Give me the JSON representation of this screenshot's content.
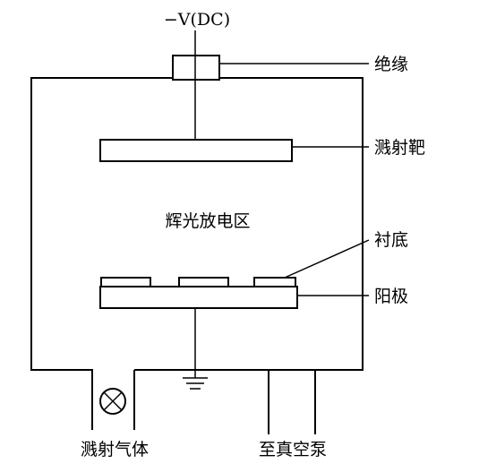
{
  "labels": {
    "power_supply": "−V(DC)",
    "insulator": "绝缘",
    "target": "溅射靶",
    "glow_region": "辉光放电区",
    "substrate": "衬底",
    "anode": "阳极",
    "sputter_gas": "溅射气体",
    "vacuum_pump": "至真空泵"
  },
  "colors": {
    "line": "#000000",
    "background": "#ffffff"
  },
  "icons": {
    "valve": "valve-icon",
    "ground": "ground-icon"
  }
}
